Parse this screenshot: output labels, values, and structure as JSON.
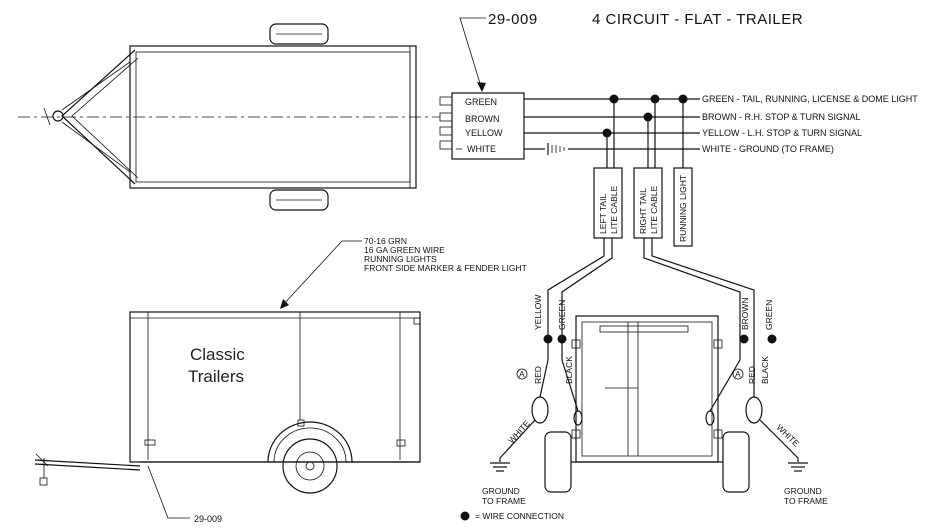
{
  "title": {
    "part_number": "29-009",
    "description": "4 CIRCUIT - FLAT - TRAILER"
  },
  "connector": {
    "pins": [
      "GREEN",
      "BROWN",
      "YELLOW",
      "WHITE"
    ]
  },
  "wire_functions": [
    "GREEN - TAIL, RUNNING, LICENSE & DOME LIGHT",
    "BROWN - R.H. STOP & TURN SIGNAL",
    "YELLOW - L.H. STOP & TURN SIGNAL",
    "WHITE - GROUND (TO FRAME)"
  ],
  "cables": {
    "left": [
      "LEFT TAIL",
      "LITE CABLE"
    ],
    "right": [
      "RIGHT TAIL",
      "LITE CABLE"
    ],
    "running": "RUNNING LIGHT"
  },
  "side_note": [
    "70-16 GRN",
    "16 GA GREEN WIRE",
    "RUNNING LIGHTS",
    "FRONT SIDE MARKER & FENDER LIGHT"
  ],
  "brand": [
    "Classic",
    "Trailers"
  ],
  "harness_label": "29-009",
  "rear_left": {
    "wire_a": "YELLOW",
    "wire_b": "GREEN",
    "lead_a": "RED",
    "lead_b": "BLACK",
    "mark": "A",
    "ground_wire": "WHITE",
    "ground": [
      "GROUND",
      "TO FRAME"
    ]
  },
  "rear_right": {
    "wire_a": "BROWN",
    "wire_b": "GREEN",
    "lead_a": "RED",
    "lead_b": "BLACK",
    "mark": "A",
    "ground_wire": "WHITE",
    "ground": [
      "GROUND",
      "TO FRAME"
    ]
  },
  "legend": {
    "text": "= WIRE CONNECTION"
  }
}
